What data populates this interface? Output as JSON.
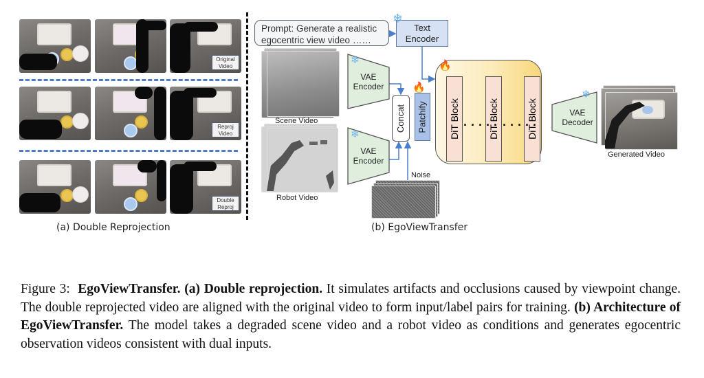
{
  "panel_a": {
    "label": "(a) Double Reprojection",
    "rows": [
      {
        "name": "original",
        "tag_line1": "Original",
        "tag_line2": "Video"
      },
      {
        "name": "reproj",
        "tag_line1": "Reproj",
        "tag_line2": "Video"
      },
      {
        "name": "double-reproj",
        "tag_line1": "Double",
        "tag_line2": "Reproj"
      }
    ]
  },
  "panel_b": {
    "label": "(b) EgoViewTransfer",
    "prompt_line1": "Prompt: Generate a realistic",
    "prompt_line2": "egocentric view video ……",
    "text_encoder_line1": "Text",
    "text_encoder_line2": "Encoder",
    "vae_encoder_line1": "VAE",
    "vae_encoder_line2": "Encoder",
    "vae_decoder_line1": "VAE",
    "vae_decoder_line2": "Decoder",
    "concat": "Concat",
    "patchify": "Patchify",
    "dit_block": "DiT Block",
    "dots": "·····",
    "scene_video": "Scene Video",
    "robot_video": "Robot Video",
    "noise": "Noise",
    "generated_video": "Generated Video",
    "frozen_icon": "❄",
    "trainable_icon": "🔥"
  },
  "caption": {
    "prefix": "Figure 3:",
    "title": "EgoViewTransfer.",
    "a_label": "(a) Double reprojection.",
    "a_text": "It simulates artifacts and occlusions caused by viewpoint change. The double reprojected video are aligned with the original video to form input/label pairs for training.",
    "b_label": "(b) Architecture of EgoViewTransfer.",
    "b_text": "The model takes a degraded scene video and a robot video as conditions and generates egocentric observation videos consistent with dual inputs."
  },
  "colors": {
    "dash_blue": "#4e7cc7",
    "encoder_green": "#dfeedd",
    "text_encoder_blue": "#d6e2f3",
    "patchify_blue": "#a9c1e6",
    "dit_block_pink": "#f8e0d4",
    "arrow_blue": "#4a7fd0"
  }
}
